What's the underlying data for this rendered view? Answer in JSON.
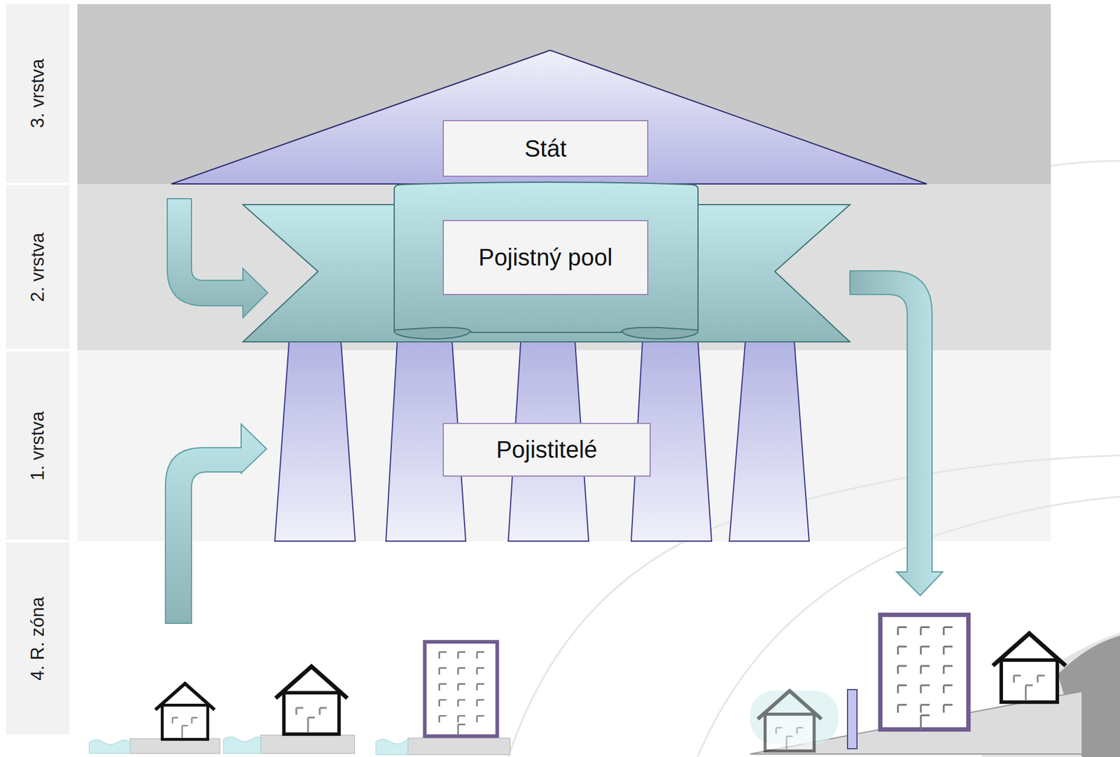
{
  "diagram": {
    "nodes": [
      {
        "text": [
          "Stát"
        ]
      },
      {
        "text": [
          "Pojistný pool"
        ]
      },
      {
        "text": [
          "Pojistitelé"
        ]
      }
    ],
    "labels": [
      "3. vrstva",
      "2. vrstva",
      "1. vrstva",
      "4. R. zóna"
    ]
  }
}
